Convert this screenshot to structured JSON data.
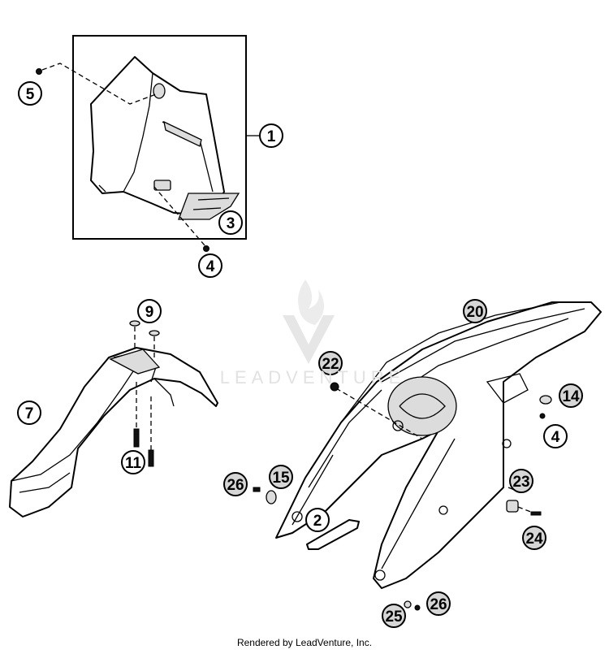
{
  "callouts": [
    {
      "id": "c1",
      "label": "1",
      "shade": "white"
    },
    {
      "id": "c2",
      "label": "2",
      "shade": "white"
    },
    {
      "id": "c3",
      "label": "3",
      "shade": "white"
    },
    {
      "id": "c4a",
      "label": "4",
      "shade": "white"
    },
    {
      "id": "c4b",
      "label": "4",
      "shade": "white"
    },
    {
      "id": "c5",
      "label": "5",
      "shade": "white"
    },
    {
      "id": "c7",
      "label": "7",
      "shade": "white"
    },
    {
      "id": "c9",
      "label": "9",
      "shade": "white"
    },
    {
      "id": "c11",
      "label": "11",
      "shade": "white"
    },
    {
      "id": "c14",
      "label": "14",
      "shade": "grey"
    },
    {
      "id": "c15",
      "label": "15",
      "shade": "grey"
    },
    {
      "id": "c20",
      "label": "20",
      "shade": "grey"
    },
    {
      "id": "c22",
      "label": "22",
      "shade": "grey"
    },
    {
      "id": "c23",
      "label": "23",
      "shade": "grey"
    },
    {
      "id": "c24",
      "label": "24",
      "shade": "grey"
    },
    {
      "id": "c25",
      "label": "25",
      "shade": "grey"
    },
    {
      "id": "c26a",
      "label": "26",
      "shade": "grey"
    },
    {
      "id": "c26b",
      "label": "26",
      "shade": "grey"
    }
  ],
  "watermark": {
    "text": "LEADVENTURE"
  },
  "footer": {
    "text": "Rendered by LeadVenture, Inc."
  }
}
